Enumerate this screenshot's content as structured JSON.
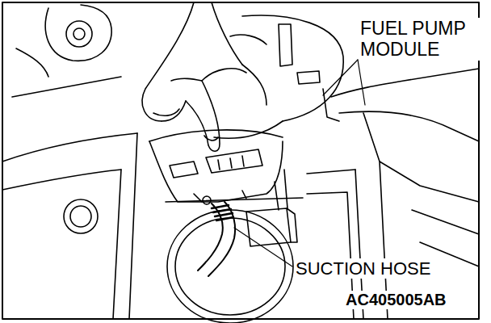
{
  "diagram": {
    "labels": [
      "FUEL PUMP MODULE",
      "SUCTION HOSE",
      "AC405005AB"
    ]
  }
}
